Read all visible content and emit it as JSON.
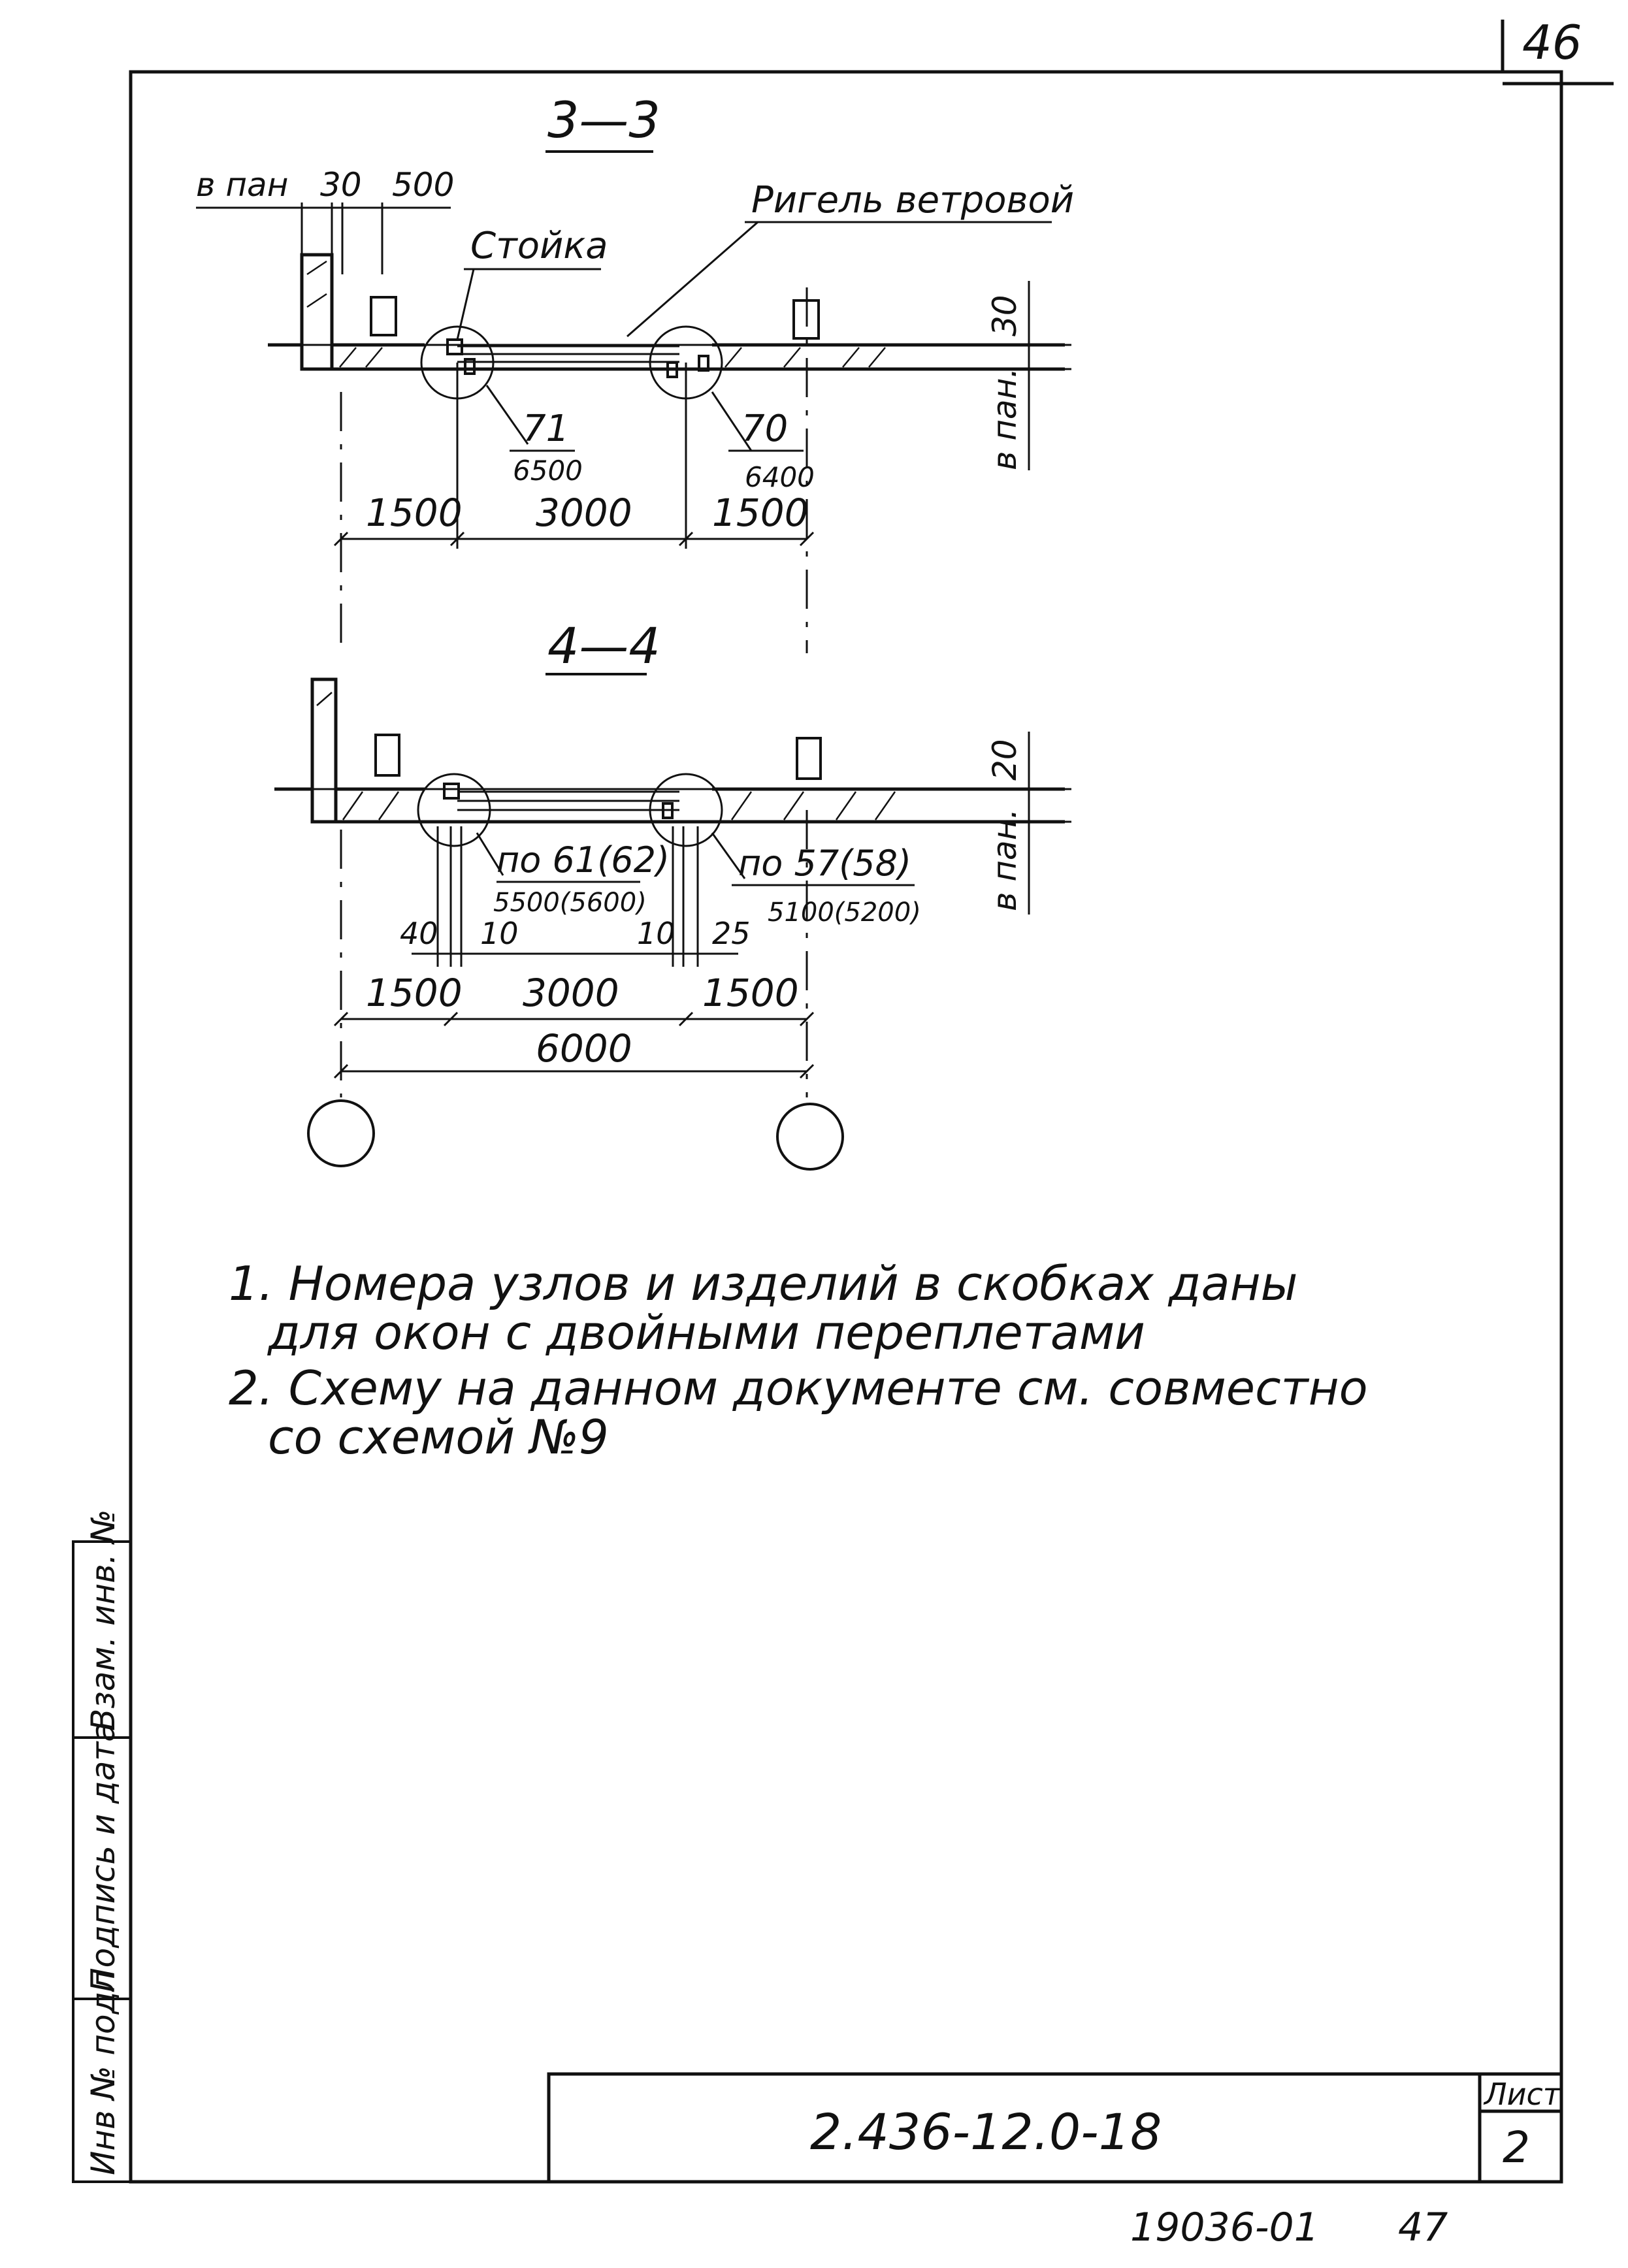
{
  "page_number_top": "46",
  "section_3": {
    "title": "3—3",
    "label_b_pan": "в пан",
    "dim_30": "30",
    "dim_500": "500",
    "label_rigel": "Ригель ветровой",
    "label_stoyka": "Стойка",
    "dim_right_30": "30",
    "label_b_pan_right": "в пан.",
    "node_left_num": "71",
    "node_left_size": "6500",
    "node_right_num": "70",
    "node_right_size": "6400",
    "dim_bottom": [
      "1500",
      "3000",
      "1500"
    ]
  },
  "section_4": {
    "title": "4—4",
    "dim_right_20": "20",
    "label_b_pan_right": "в пан.",
    "node_left_num": "по 61(62)",
    "node_left_size": "5500(5600)",
    "node_right_num": "по   57(58)",
    "node_right_size": "5100(5200)",
    "dim_small": [
      "40",
      "10",
      "10",
      "25"
    ],
    "dim_bottom": [
      "1500",
      "3000",
      "1500"
    ],
    "dim_total": "6000"
  },
  "notes": [
    "1. Номера узлов и изделий в скобках даны",
    "для окон с двойными переплетами",
    "2. Схему на данном документе см. совместно",
    "со схемой №9"
  ],
  "side_stamp": {
    "inv_podl": "Инв № подл",
    "podpis_data": "Подпись и дата",
    "vzam_inv": "Взам. инв. №"
  },
  "title_block": {
    "doc_code": "2.436-12.0-18",
    "sheet_label": "Лист",
    "sheet_number": "2"
  },
  "footer_code": "19036-01",
  "footer_number": "47"
}
